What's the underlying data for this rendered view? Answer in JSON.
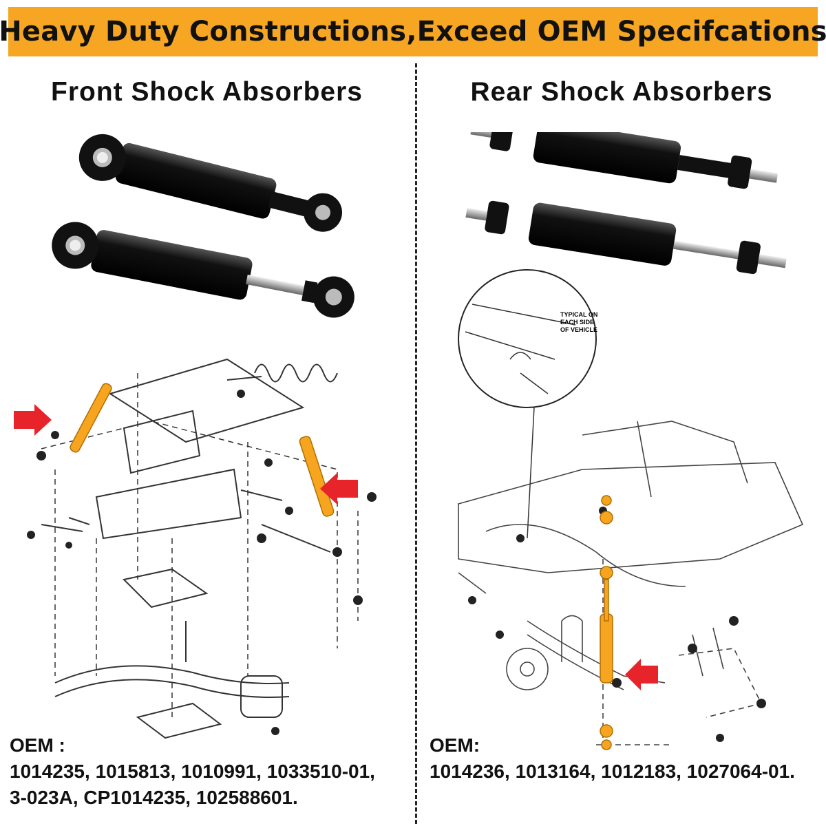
{
  "banner": {
    "title": "Heavy Duty Constructions,Exceed OEM Specifcations"
  },
  "front": {
    "title": "Front Shock Absorbers",
    "oem_label": "OEM :",
    "oem_lines": [
      "1014235, 1015813, 1010991, 1033510-01,",
      "3-023A, CP1014235, 102588601."
    ]
  },
  "rear": {
    "title": "Rear Shock Absorbers",
    "oem_label": "OEM:",
    "oem_lines": [
      "1014236, 1013164, 1012183, 1027064-01."
    ],
    "callout_text": [
      "TYPICAL ON",
      "EACH SIDE",
      "OF VEHICLE"
    ]
  },
  "colors": {
    "banner": "#f6a623",
    "highlight": "#f7a51f",
    "arrow": "#e8242b",
    "shock_body": "#0b0b0b"
  }
}
